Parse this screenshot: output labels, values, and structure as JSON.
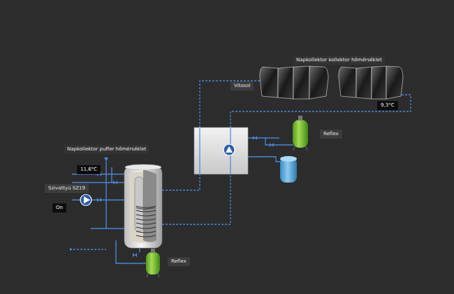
{
  "diagram": {
    "nodes": [
      {
        "text": [
          "Vitosol"
        ]
      },
      {
        "text": [
          "9,3°C"
        ]
      },
      {
        "text": [
          "Reflex"
        ]
      },
      {
        "text": [
          "11,6°C"
        ]
      },
      {
        "text": [
          "Szivattyú SZ19"
        ]
      },
      {
        "text": [
          "On"
        ]
      },
      {
        "text": [
          "Reflex"
        ]
      }
    ],
    "labels": [
      "Napkollektor kollektor hőmérséklet",
      "Napkollektor puffer hőmérséklet"
    ]
  }
}
